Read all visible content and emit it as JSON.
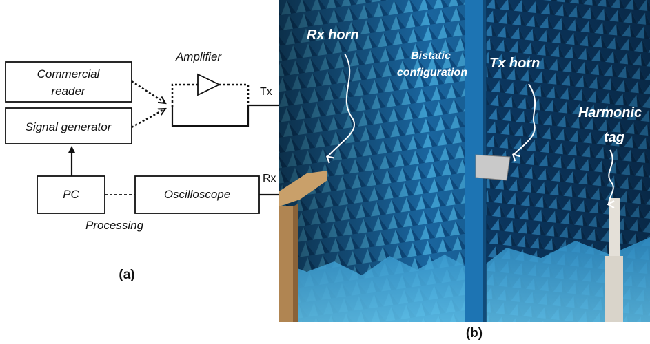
{
  "panel_a": {
    "blocks": {
      "commercial_reader_line1": "Commercial",
      "commercial_reader_line2": "reader",
      "signal_generator": "Signal generator",
      "amplifier": "Amplifier",
      "pc": "PC",
      "oscilloscope": "Oscilloscope"
    },
    "ports": {
      "tx": "Tx",
      "rx": "Rx"
    },
    "processing": "Processing",
    "label": "(a)"
  },
  "panel_b": {
    "annotations": {
      "rx_horn": "Rx horn",
      "bistatic_line1": "Bistatic",
      "bistatic_line2": "configuration",
      "tx_horn": "Tx horn",
      "harmonic_line1": "Harmonic",
      "harmonic_line2": "tag"
    },
    "label": "(b)"
  }
}
